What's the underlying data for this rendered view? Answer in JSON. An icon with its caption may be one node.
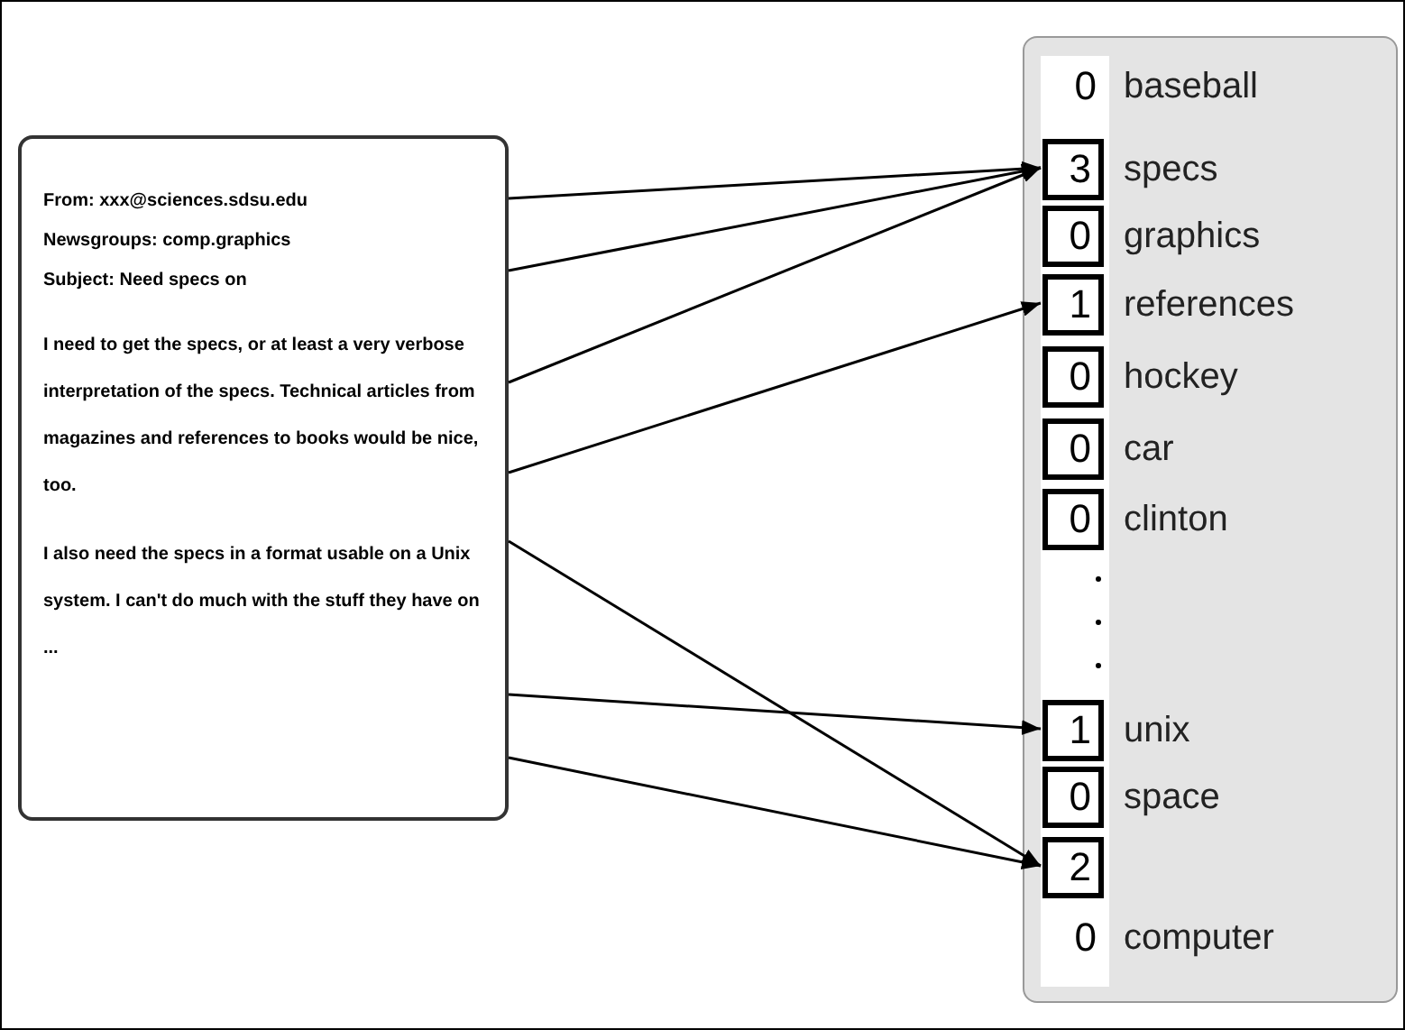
{
  "diagram": {
    "nodes": [
      {
        "text": [
          "From: xxx@sciences.sdsu.edu",
          "Newsgroups: comp.graphics",
          "Subject: Need specs on",
          "I need to get the specs, or at least a very verbose interpretation of the specs. Technical articles from magazines and references to books would be nice, too.",
          "I also need the specs in a format usable on a Unix system. I can't do much with the stuff they have on ..."
        ]
      },
      {
        "text": [],
        "shape": "box"
      },
      {
        "text": [
          "0"
        ],
        "beside": [
          "baseball"
        ],
        "in": 1
      },
      {
        "text": [
          "3"
        ],
        "beside": [
          "specs"
        ],
        "in": 1
      },
      {
        "text": [
          "0"
        ],
        "beside": [
          "graphics"
        ],
        "in": 1
      },
      {
        "text": [
          "1"
        ],
        "beside": [
          "references"
        ],
        "in": 1
      },
      {
        "text": [
          "0"
        ],
        "beside": [
          "hockey"
        ],
        "in": 1
      },
      {
        "text": [
          "0"
        ],
        "beside": [
          "car"
        ],
        "in": 1
      },
      {
        "text": [
          "0"
        ],
        "beside": [
          "clinton"
        ],
        "in": 1
      },
      {
        "text": [
          "1"
        ],
        "beside": [
          "unix"
        ],
        "in": 1
      },
      {
        "text": [
          "0"
        ],
        "beside": [
          "space"
        ],
        "in": 1
      },
      {
        "text": [
          "2"
        ],
        "in": 1
      },
      {
        "text": [
          "0"
        ],
        "beside": [
          "computer"
        ],
        "in": 1
      }
    ],
    "edges": [
      {
        "from": 0,
        "to": 3,
        "arrow": "to"
      },
      {
        "from": 0,
        "to": 3,
        "arrow": "to"
      },
      {
        "from": 0,
        "to": 3,
        "arrow": "to"
      },
      {
        "from": 0,
        "to": 5,
        "arrow": "to"
      },
      {
        "from": 0,
        "to": 11,
        "arrow": "to"
      },
      {
        "from": 0,
        "to": 9,
        "arrow": "to"
      },
      {
        "from": 0,
        "to": 11,
        "arrow": "to"
      }
    ]
  }
}
